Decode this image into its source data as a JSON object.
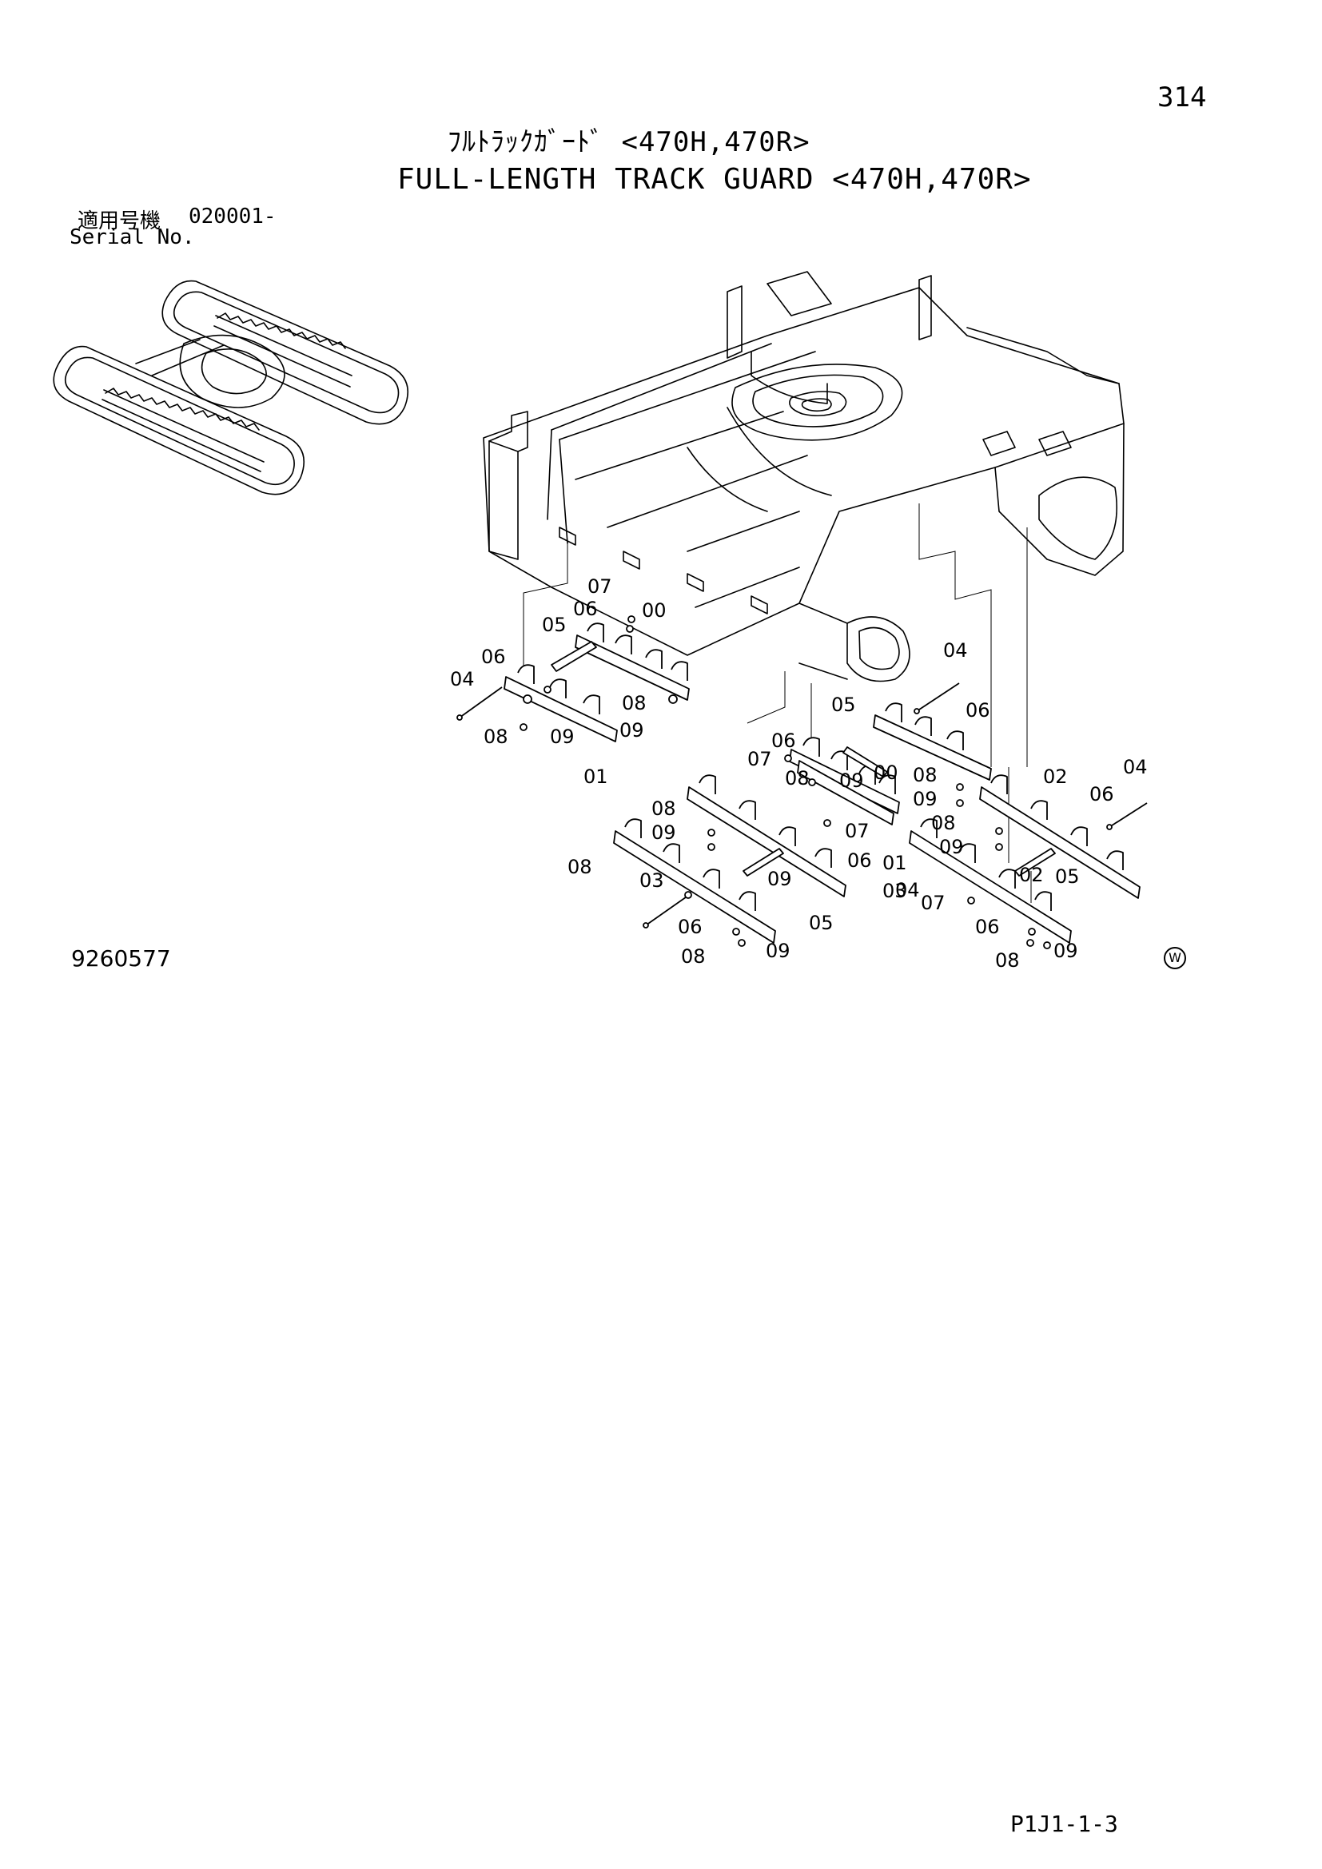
{
  "header": {
    "page_number": "314",
    "title_jp": "ﾌﾙﾄﾗｯｸｶﾞｰﾄﾞ <470H,470R>",
    "title_en": "FULL-LENGTH TRACK GUARD <470H,470R>"
  },
  "serial": {
    "label_jp": "適用号機",
    "value": "020001-",
    "label_en": "Serial No."
  },
  "footer": {
    "drawing_number": "9260577",
    "w_mark": "W",
    "page_code": "P1J1-1-3"
  },
  "callouts": [
    "07",
    "06",
    "00",
    "05",
    "06",
    "04",
    "08",
    "09",
    "01",
    "08",
    "09",
    "04",
    "05",
    "06",
    "06",
    "07",
    "00",
    "08",
    "09",
    "02",
    "04",
    "06",
    "08",
    "09",
    "08",
    "09",
    "07",
    "06",
    "01",
    "08",
    "09",
    "08",
    "09",
    "03",
    "05",
    "04",
    "02",
    "06",
    "08",
    "09",
    "03",
    "07",
    "06",
    "05",
    "08",
    "09"
  ]
}
